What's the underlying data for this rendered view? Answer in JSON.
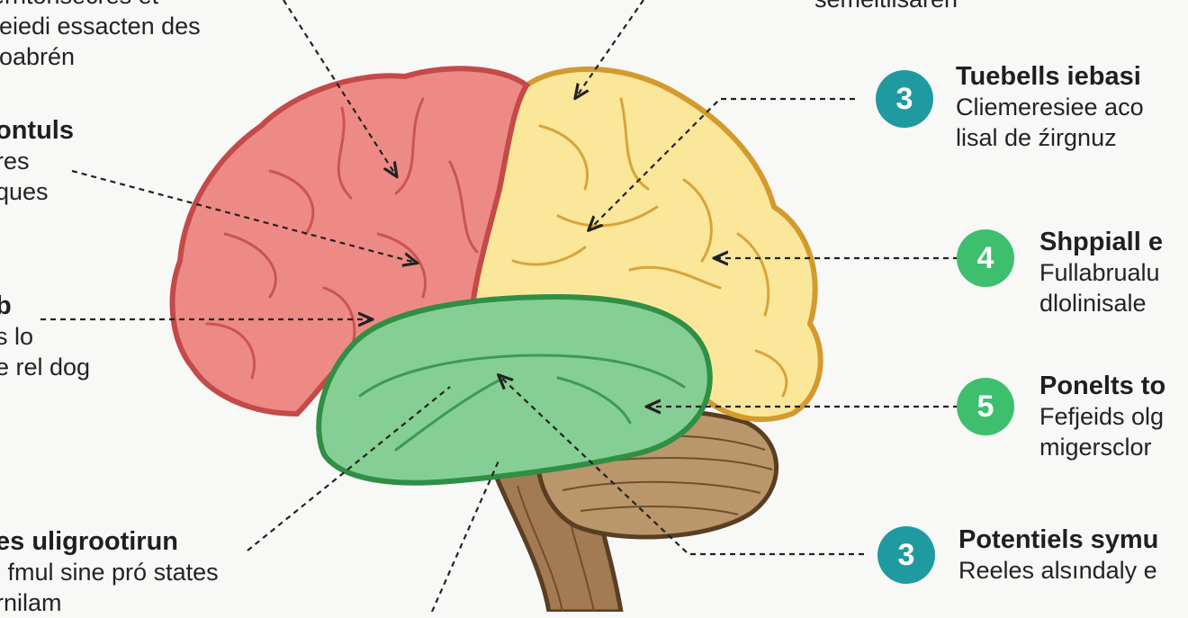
{
  "colors": {
    "frontal": "#ee8a86",
    "parietal": "#fbe79a",
    "temporal": "#86cf94",
    "cerebellum": "#b9976a",
    "stem": "#a37b52",
    "badge_teal": "#1f9aa0",
    "badge_green": "#3dbf6e"
  },
  "left_labels": [
    {
      "title": "",
      "lines": [
        "erntonsecres et",
        "reiedi essacten des",
        "roabrén"
      ]
    },
    {
      "title": "ontuls",
      "lines": [
        "res",
        "ques"
      ]
    },
    {
      "title": "b",
      "lines": [
        "s lo",
        "e rel dog"
      ]
    },
    {
      "title": "es uligrootirun",
      "lines": [
        "i fmul sine pró states",
        "rnilam"
      ]
    }
  ],
  "top_label": {
    "text": "semeitlisaren"
  },
  "right_labels": [
    {
      "number": "3",
      "title": "Tuebells iebasi",
      "lines": [
        "Cliemeresiee aco",
        "lisal de źirgnuz"
      ]
    },
    {
      "number": "4",
      "title": "Shppiall e",
      "lines": [
        "Fullabrualu",
        "dlolinisale"
      ]
    },
    {
      "number": "5",
      "title": "Ponelts to",
      "lines": [
        "Fefjeids olg",
        "migersclor"
      ]
    },
    {
      "number": "3",
      "title": "Potentiels symu",
      "lines": [
        "Reeles alsındaly e"
      ]
    }
  ]
}
